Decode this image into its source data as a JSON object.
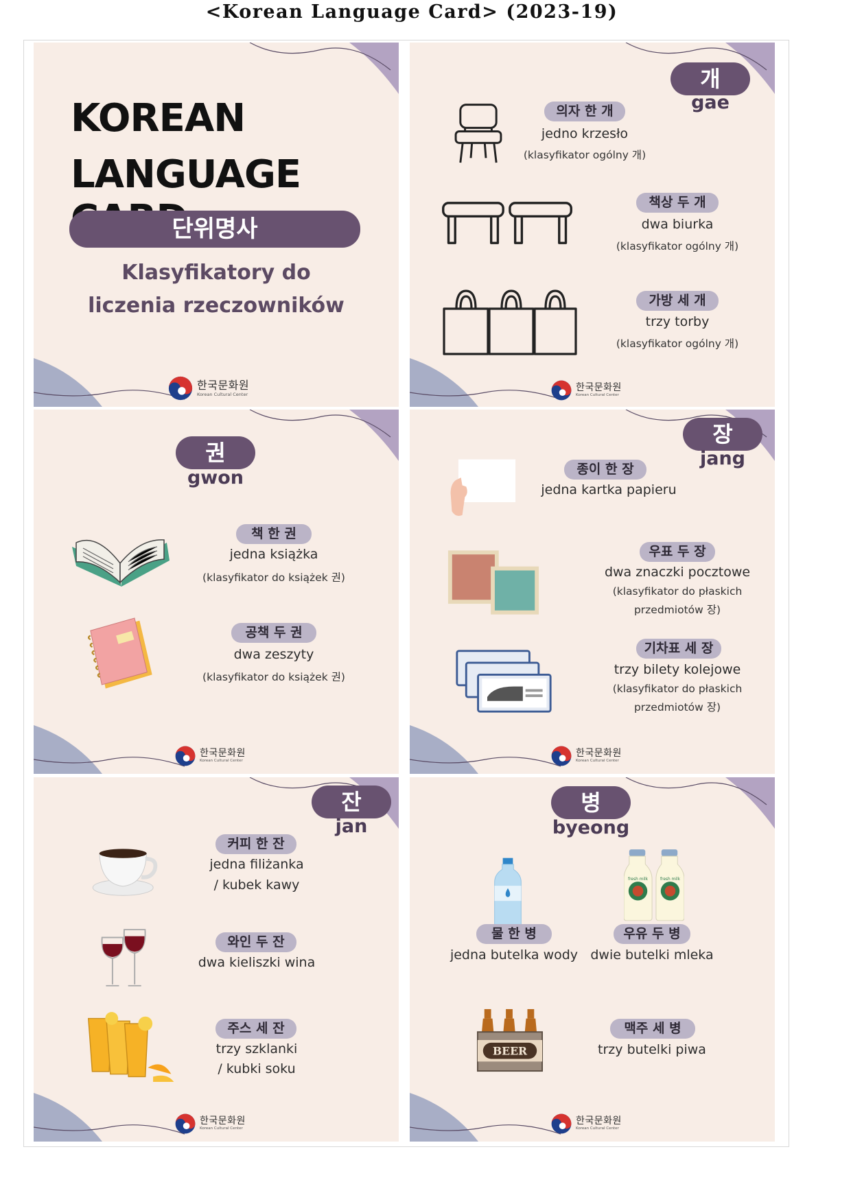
{
  "header": {
    "title": "<Korean Language Card> (2023-19)"
  },
  "logo": {
    "korean": "한국문화원",
    "english": "Korean Cultural Center"
  },
  "cover": {
    "title_line1": "KOREAN",
    "title_line2": "LANGUAGE CARD",
    "topic": "단위명사",
    "subtitle_line1": "Klasyfikatory do",
    "subtitle_line2": "liczenia rzeczowników"
  },
  "gae": {
    "korean": "개",
    "roman": "gae",
    "items": [
      {
        "tag": "의자 한 개",
        "text": "jedno krzesło",
        "note": "(klasyfikator ogólny 개)"
      },
      {
        "tag": "책상 두 개",
        "text": "dwa biurka",
        "note": "(klasyfikator ogólny 개)"
      },
      {
        "tag": "가방 세 개",
        "text": "trzy torby",
        "note": "(klasyfikator ogólny 개)"
      }
    ]
  },
  "gwon": {
    "korean": "권",
    "roman": "gwon",
    "items": [
      {
        "tag": "책 한 권",
        "text": "jedna książka",
        "note": "(klasyfikator do książek 권)"
      },
      {
        "tag": "공책 두 권",
        "text": "dwa zeszyty",
        "note": "(klasyfikator do książek 권)"
      }
    ]
  },
  "jang": {
    "korean": "장",
    "roman": "jang",
    "items": [
      {
        "tag": "종이 한 장",
        "text": "jedna kartka papieru"
      },
      {
        "tag": "우표 두 장",
        "text": "dwa znaczki pocztowe",
        "note1": "(klasyfikator do płaskich",
        "note2": "przedmiotów 장)"
      },
      {
        "tag": "기차표 세 장",
        "text": "trzy bilety kolejowe",
        "note1": "(klasyfikator do płaskich",
        "note2": "przedmiotów 장)"
      }
    ]
  },
  "jan": {
    "korean": "잔",
    "roman": "jan",
    "items": [
      {
        "tag": "커피 한 잔",
        "text1": "jedna filiżanka",
        "text2": "/ kubek kawy"
      },
      {
        "tag": "와인 두 잔",
        "text1": "dwa kieliszki wina"
      },
      {
        "tag": "주스 세 잔",
        "text1": "trzy szklanki",
        "text2": "/ kubki soku"
      }
    ]
  },
  "byeong": {
    "korean": "병",
    "roman": "byeong",
    "items": [
      {
        "tag": "물 한 병",
        "text": "jedna butelka wody"
      },
      {
        "tag": "우유 두 병",
        "text": "dwie butelki mleka"
      },
      {
        "tag": "맥주 세 병",
        "text": "trzy butelki piwa"
      }
    ],
    "milk_label": "fresh milk",
    "beer_label": "BEER"
  },
  "colors": {
    "card_bg": "#f8ede6",
    "pill": "#685270",
    "tag": "#bbb4c7",
    "accent_corner": "#b3a3c2",
    "corner_blue": "#a8aec6"
  }
}
